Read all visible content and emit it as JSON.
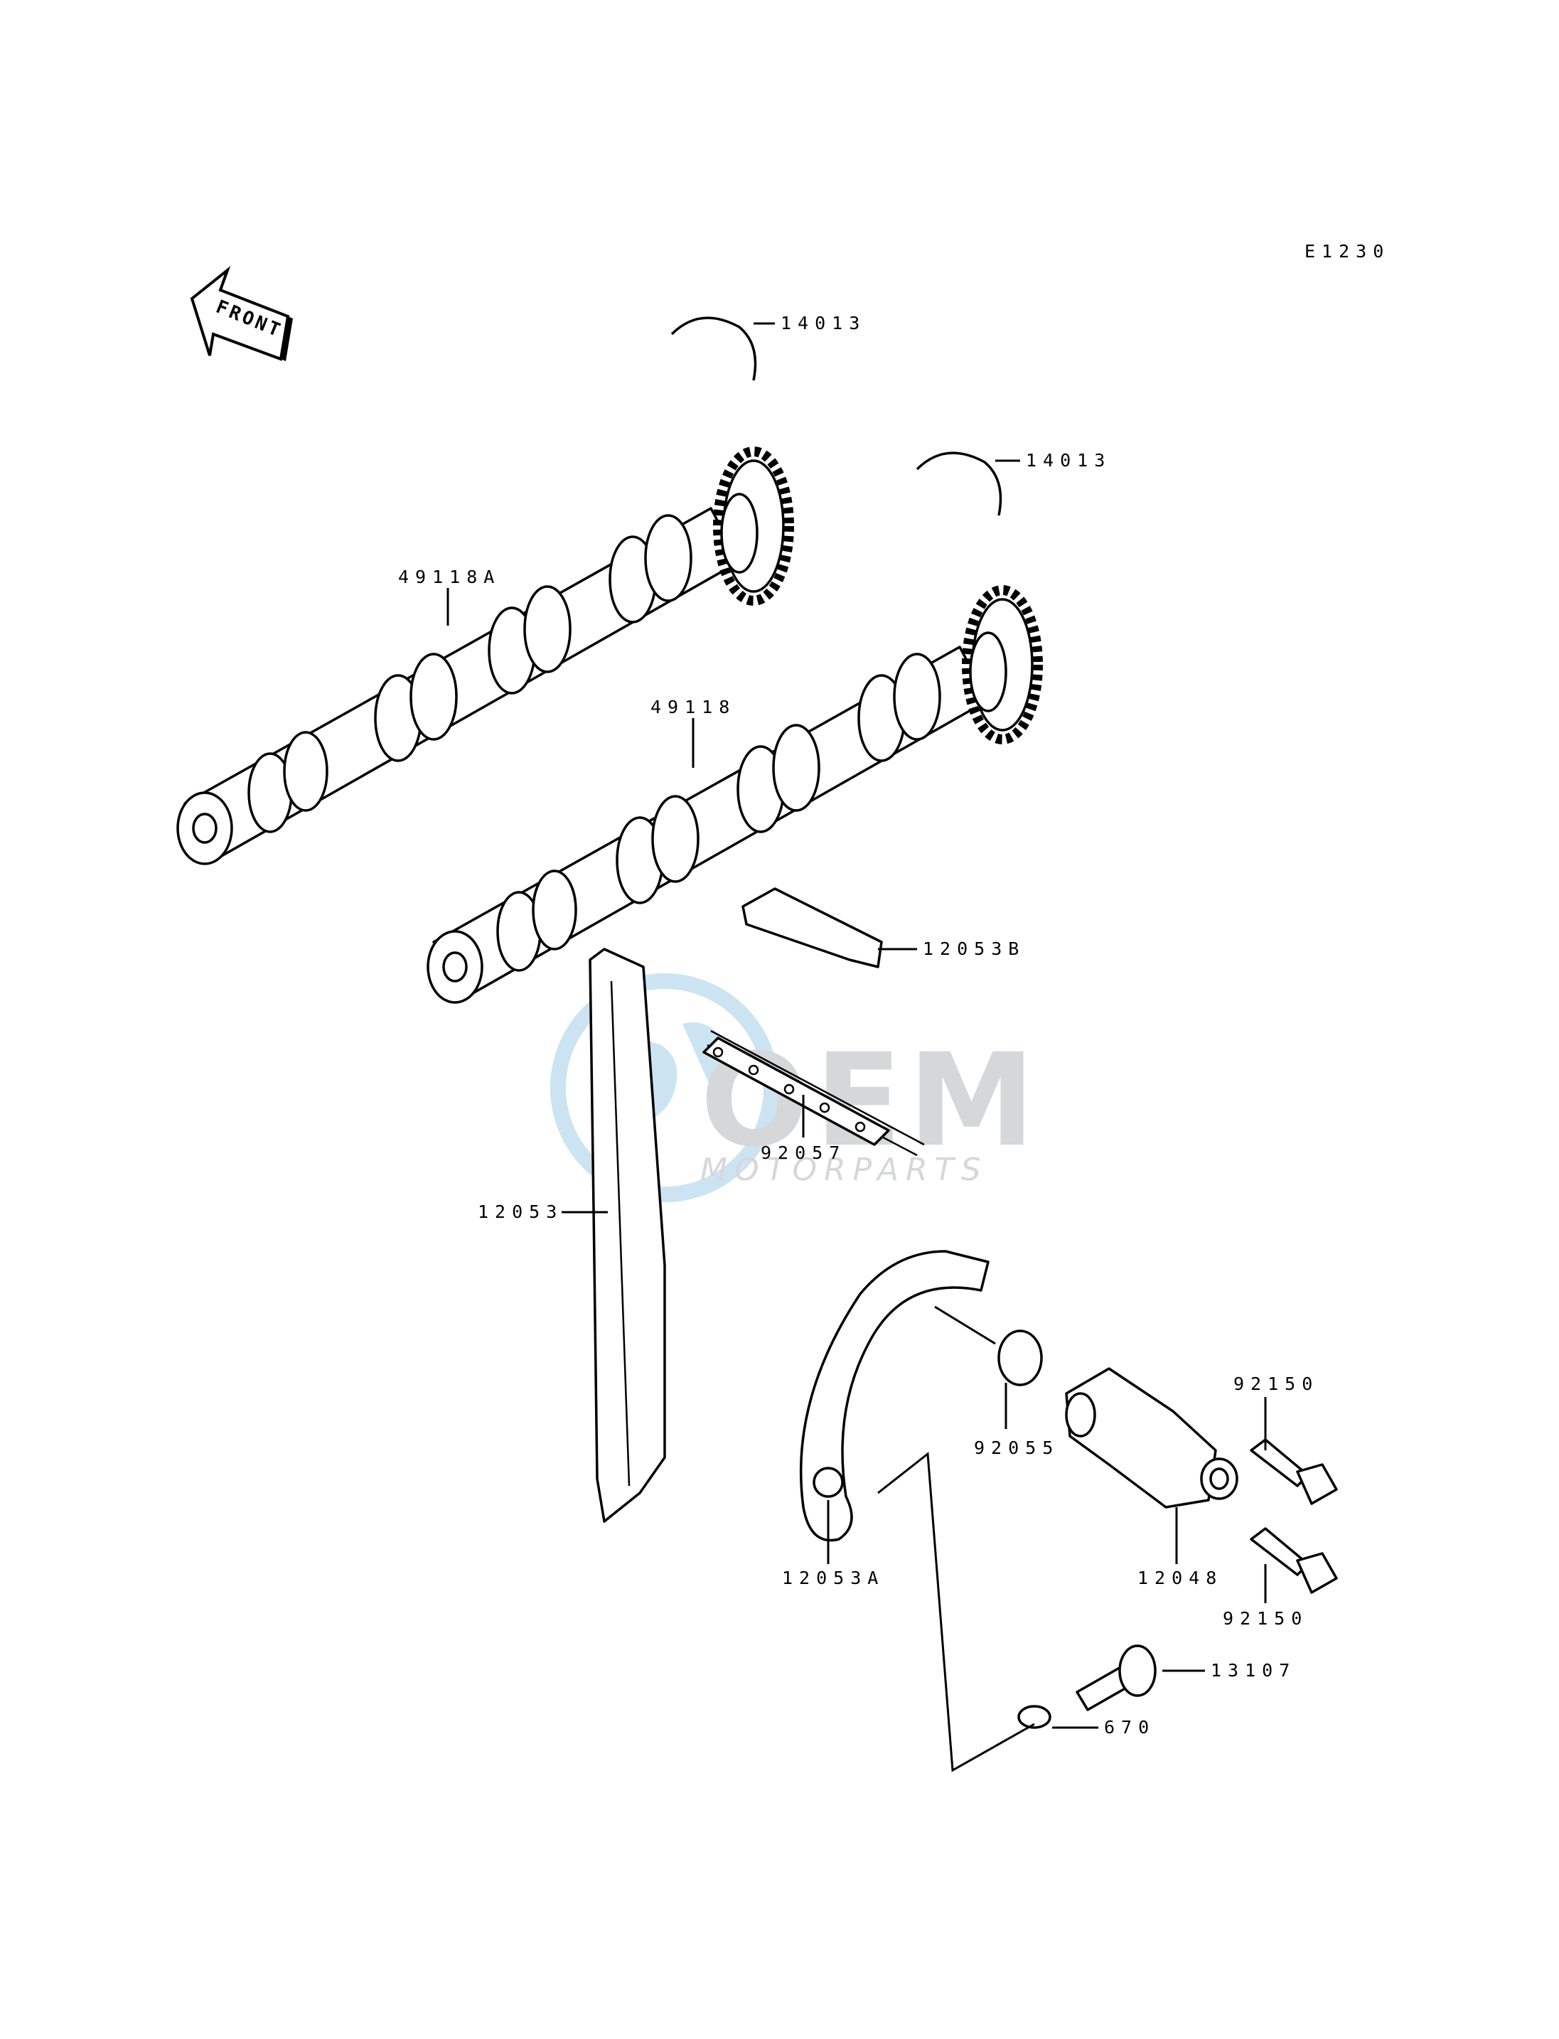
{
  "diagram_code": "E1230",
  "front_arrow_label": "FRONT",
  "watermark": {
    "brand": "OEM",
    "tagline": "MOTORPARTS",
    "color": "#6fb4dc"
  },
  "parts": [
    {
      "number": "14013"
    },
    {
      "number": "14013"
    },
    {
      "number": "49118A"
    },
    {
      "number": "49118"
    },
    {
      "number": "12053B"
    },
    {
      "number": "92057"
    },
    {
      "number": "12053"
    },
    {
      "number": "92055"
    },
    {
      "number": "92150"
    },
    {
      "number": "12053A"
    },
    {
      "number": "12048"
    },
    {
      "number": "92150"
    },
    {
      "number": "13107"
    },
    {
      "number": "670"
    }
  ]
}
